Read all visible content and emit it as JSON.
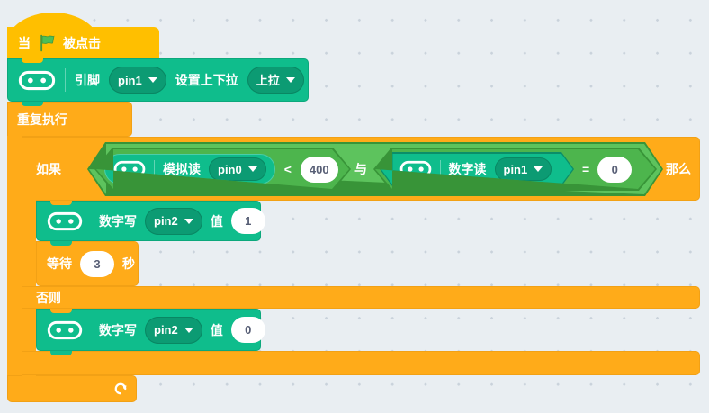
{
  "palette": {
    "workspace_bg": "#E9EEF2",
    "event_yellow": "#FFBF00",
    "control_orange": "#FFAB19",
    "extension_teal": "#0FBD8C",
    "operator_green": "#59C059",
    "input_text": "#575E75",
    "flag_green": "#4CBF56"
  },
  "script": {
    "hat_when_flag": {
      "prefix": "当",
      "suffix": "被点击"
    },
    "pin_set_pull": {
      "label_pin": "引脚",
      "pin_value": "pin1",
      "label_action": "设置上下拉",
      "mode_value": "上拉"
    },
    "forever": {
      "label": "重复执行"
    },
    "if_block": {
      "label_if": "如果",
      "label_then": "那么",
      "label_else": "否则"
    },
    "and_operator": {
      "label": "与"
    },
    "condition_left": {
      "reporter_label": "模拟读",
      "pin_value": "pin0",
      "operator": "<",
      "compare_value": "400"
    },
    "condition_right": {
      "reporter_label": "数字读",
      "pin_value": "pin1",
      "operator": "=",
      "compare_value": "0"
    },
    "digital_write_high": {
      "label_write": "数字写",
      "pin_value": "pin2",
      "label_value": "值",
      "value": "1"
    },
    "wait": {
      "label_wait": "等待",
      "duration": "3",
      "label_unit": "秒"
    },
    "digital_write_low": {
      "label_write": "数字写",
      "pin_value": "pin2",
      "label_value": "值",
      "value": "0"
    }
  }
}
